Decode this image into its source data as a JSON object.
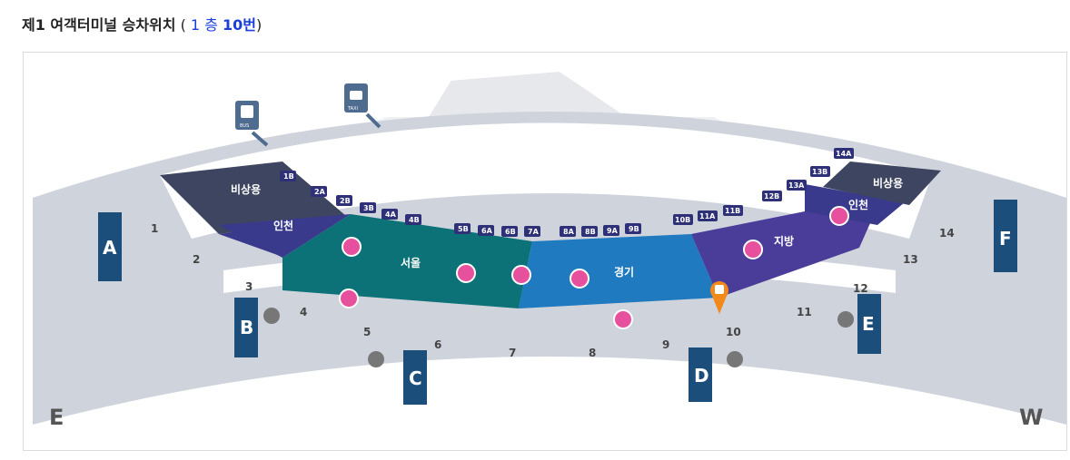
{
  "header": {
    "title_prefix": "제1 여객터미널 승차위치",
    "paren_open": "(",
    "floor": "1 층",
    "gate": "10번",
    "paren_close": ")"
  },
  "compass": {
    "left": "E",
    "right": "W"
  },
  "zones": {
    "emergency_left": "비상용",
    "incheon_left": "인천",
    "seoul": "서울",
    "gyeonggi": "경기",
    "jibang": "지방",
    "incheon_right": "인천",
    "emergency_right": "비상용"
  },
  "stop_chips": [
    "1B",
    "2A",
    "2B",
    "3B",
    "4A",
    "4B",
    "5B",
    "6A",
    "6B",
    "7A",
    "8A",
    "8B",
    "9A",
    "9B",
    "10B",
    "11A",
    "11B",
    "12B",
    "13A",
    "13B",
    "14A"
  ],
  "gates": [
    "A",
    "B",
    "C",
    "D",
    "E",
    "F"
  ],
  "doors": [
    "1",
    "2",
    "3",
    "4",
    "5",
    "6",
    "7",
    "8",
    "9",
    "10",
    "11",
    "12",
    "13",
    "14"
  ],
  "icons": {
    "bus": "BUS",
    "taxi": "TAXI"
  },
  "colors": {
    "emergency": "#3e4560",
    "incheon": "#3a3a8c",
    "seoul": "#0d7178",
    "gyeonggi": "#1f7ac0",
    "jibang": "#4a3d9a",
    "gate": "#1b4e7a",
    "ticket": "#e6509c",
    "marker": "#f28a1b",
    "chip": "#2f3178"
  }
}
